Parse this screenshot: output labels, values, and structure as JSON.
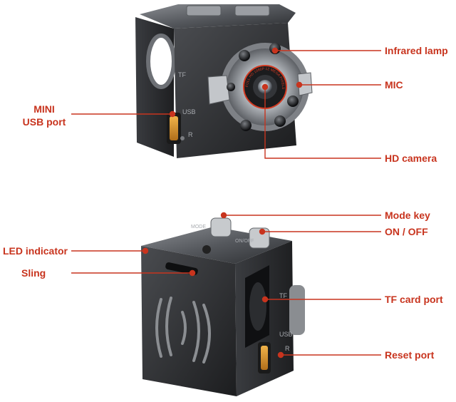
{
  "figure": {
    "accent_color": "#c8341e",
    "top_camera": {
      "labels": {
        "infrared_lamp": "Infrared lamp",
        "mic": "MIC",
        "hd_camera": "HD camera",
        "mini_usb_line1": "MINI",
        "mini_usb_line2": "USB port"
      },
      "engravings": {
        "slot": "TF",
        "usb": "USB",
        "reset": "R",
        "lens_ring": "FULL HD 1080P 12 MEGA PIXELS"
      }
    },
    "bottom_camera": {
      "labels": {
        "mode_key": "Mode key",
        "on_off": "ON / OFF",
        "led_indicator": "LED indicator",
        "sling": "Sling",
        "tf_card_port": "TF card port",
        "reset_port": "Reset port"
      },
      "engravings": {
        "mode": "MODE",
        "power": "ON/OFF",
        "slot": "TF",
        "usb": "USB",
        "reset": "R"
      }
    }
  }
}
